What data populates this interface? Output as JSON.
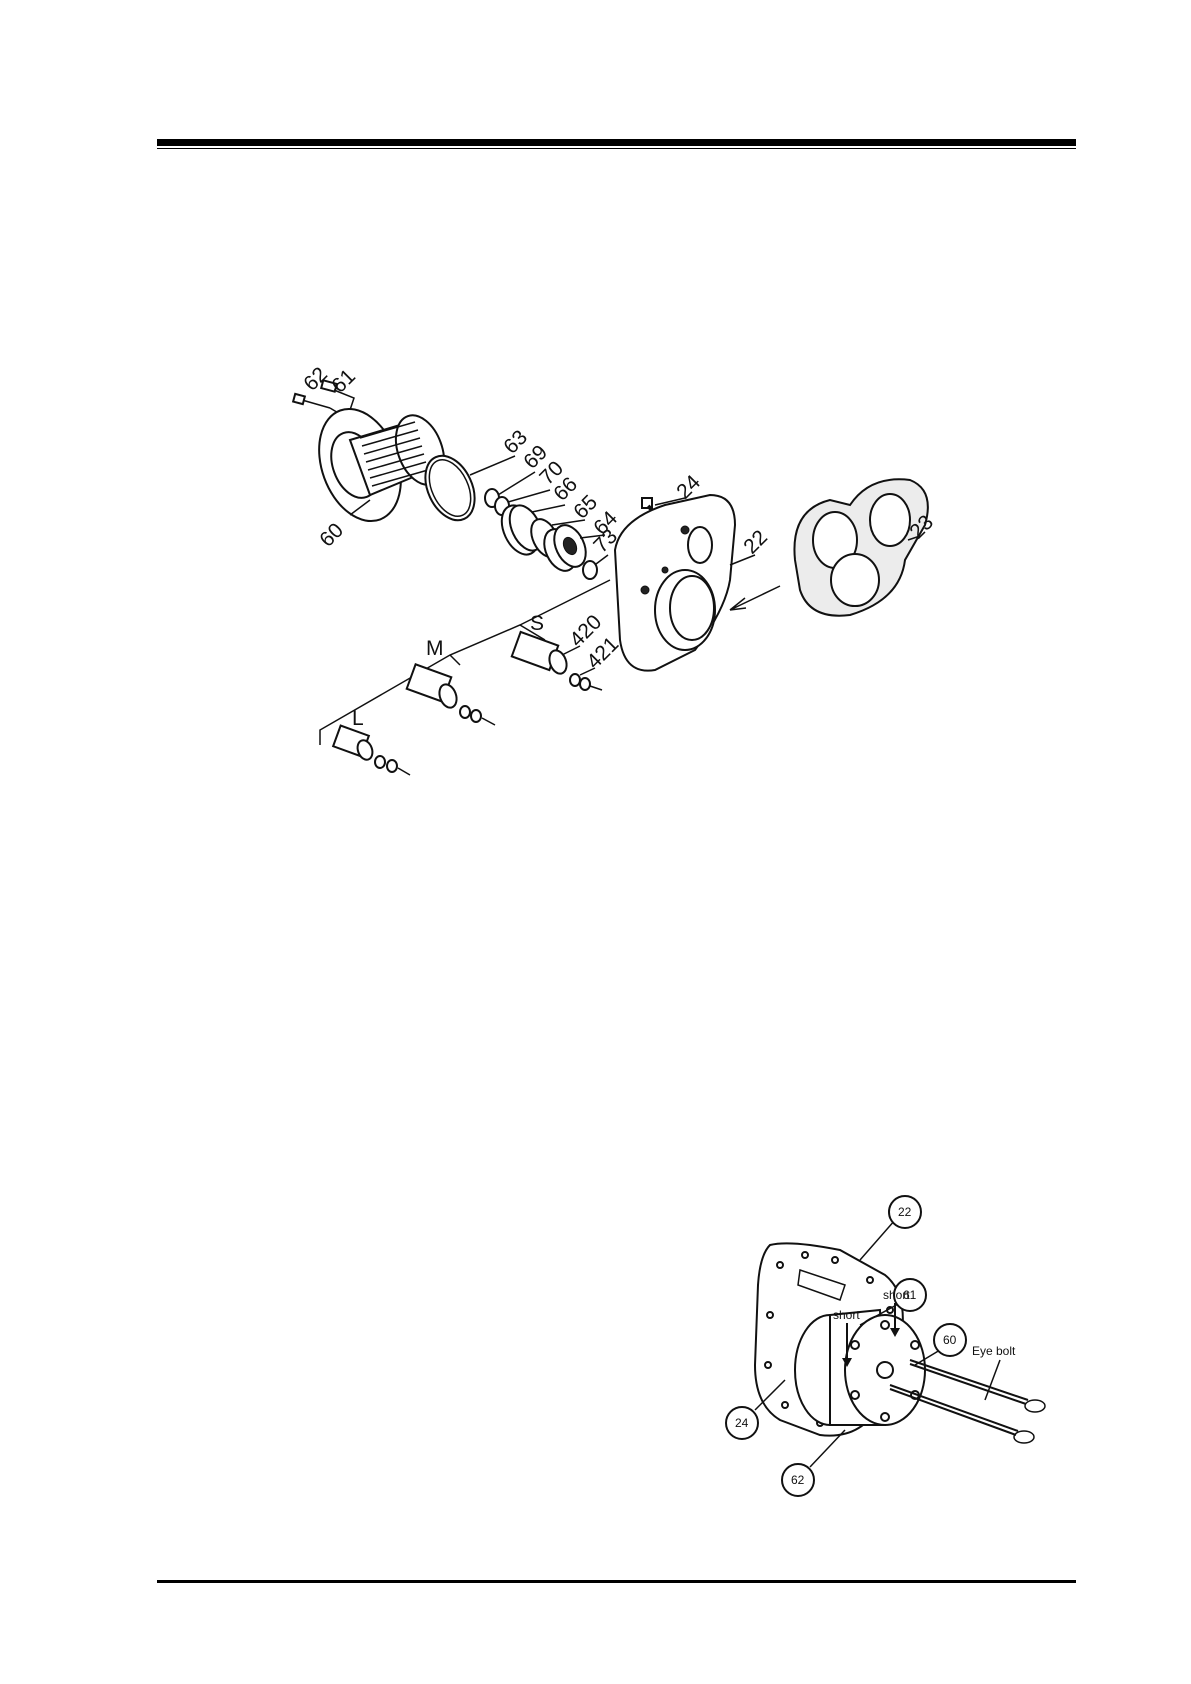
{
  "exploded_view": {
    "part_labels": {
      "p62": "62",
      "p61": "61",
      "p60": "60",
      "p63": "63",
      "p69": "69",
      "p70": "70",
      "p66": "66",
      "p65": "65",
      "p64": "64",
      "p73": "73",
      "p24": "24",
      "p22": "22",
      "p23": "23",
      "p420": "420",
      "p421": "421"
    },
    "size_labels": {
      "s": "S",
      "m": "M",
      "l": "L"
    }
  },
  "assembly_view": {
    "callouts": {
      "c22": "22",
      "c61": "61",
      "c60": "60",
      "c24": "24",
      "c62": "62"
    },
    "short_label_1": "short",
    "short_label_2": "short",
    "eye_bolt_label": "Eye bolt"
  }
}
